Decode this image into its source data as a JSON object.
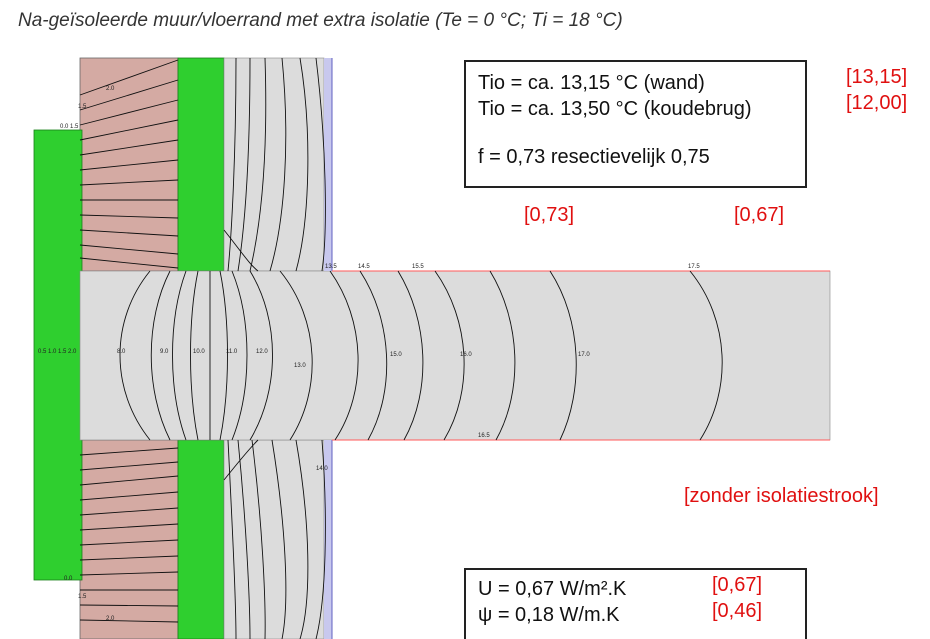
{
  "title": "Na-geïsoleerde muur/vloerrand met extra isolatie (Te = 0 °C; Ti = 18 °C)",
  "results_box": {
    "tio_wand": "Tio = ca. 13,15 °C (wand)",
    "tio_koudebrug": "Tio = ca. 13,50 °C (koudebrug)",
    "f_line": "f   = 0,73 resectievelijk 0,75"
  },
  "red_annotations": {
    "tio_wand_alt": "[13,15]",
    "tio_koudebrug_alt": "[12,00]",
    "f_alt_1": "[0,73]",
    "f_alt_2": "[0,67]",
    "variant_note": "[zonder isolatiestrook]",
    "u_alt": "[0,67]",
    "psi_alt": "[0,46]"
  },
  "u_psi_box": {
    "u_line": "U  = 0,67 W/m².K",
    "psi_line": "ψ  = 0,18 W/m.K"
  },
  "isotherm_labels": {
    "floor_top": [
      "13.5",
      "14.5",
      "15.5",
      "17.5"
    ],
    "floor_mid": [
      "8.0",
      "9.0",
      "10.0",
      "11.0",
      "12.0",
      "13.0",
      "15.0",
      "16.0",
      "17.0"
    ],
    "floor_left": "0.5 1.0 1.5 2.0",
    "floor_bottom": "16.5",
    "wall_lower": "14.0",
    "brick_upper": [
      "1.5",
      "2.0",
      "0.0 1.5"
    ],
    "brick_lower": [
      "0.0",
      "1.5",
      "2.0"
    ]
  },
  "colors": {
    "brick": "#d4aaa3",
    "insulation": "#2fcf2f",
    "concrete": "#dcdcdc",
    "finish": "#c8c8ee",
    "isotherm": "#111111",
    "surface_line": "#ff5a5a"
  }
}
